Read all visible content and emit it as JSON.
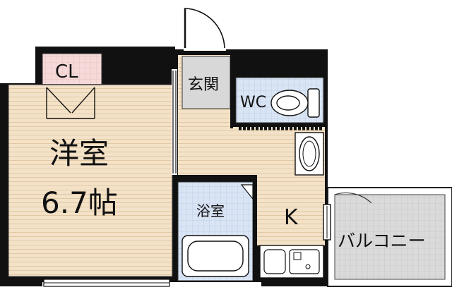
{
  "floorplan": {
    "rooms": {
      "western_room": {
        "name": "洋室",
        "size": "6.7帖"
      },
      "closet": {
        "label": "CL"
      },
      "entrance": {
        "label": "玄関"
      },
      "toilet": {
        "label": "WC"
      },
      "bathroom": {
        "label": "浴室"
      },
      "kitchen": {
        "label": "K"
      },
      "balcony": {
        "label": "バルコニー"
      }
    },
    "colors": {
      "wall": "#111111",
      "floor_wood": "#f3e2c8",
      "closet_pink": "#f6d9d9",
      "tile_blue": "#d9e4f4",
      "entrance_gray": "#d8d8d8",
      "balcony_gray": "#dadada",
      "white": "#ffffff"
    }
  }
}
